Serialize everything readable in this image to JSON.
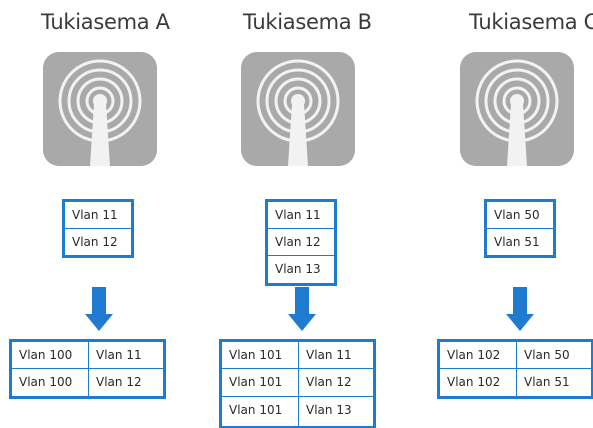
{
  "stations": [
    {
      "title": "Tukiasema A",
      "vlans": [
        "Vlan 11",
        "Vlan 12"
      ],
      "mapping": [
        [
          "Vlan 100",
          "Vlan 11"
        ],
        [
          "Vlan 100",
          "Vlan 12"
        ]
      ]
    },
    {
      "title": "Tukiasema B",
      "vlans": [
        "Vlan 11",
        "Vlan 12",
        "Vlan 13"
      ],
      "mapping": [
        [
          "Vlan 101",
          "Vlan 11"
        ],
        [
          "Vlan 101",
          "Vlan 12"
        ],
        [
          "Vlan 101",
          "Vlan 13"
        ]
      ]
    },
    {
      "title": "Tukiasema C",
      "vlans": [
        "Vlan 50",
        "Vlan 51"
      ],
      "mapping": [
        [
          "Vlan 102",
          "Vlan 50"
        ],
        [
          "Vlan 102",
          "Vlan 51"
        ]
      ]
    }
  ],
  "icon": "access-point-icon",
  "colors": {
    "box_border": "#1f7bd0",
    "arrow": "#1f7bd0",
    "icon_bg": "#a9a9a9",
    "icon_fg": "#f2f2f2"
  }
}
